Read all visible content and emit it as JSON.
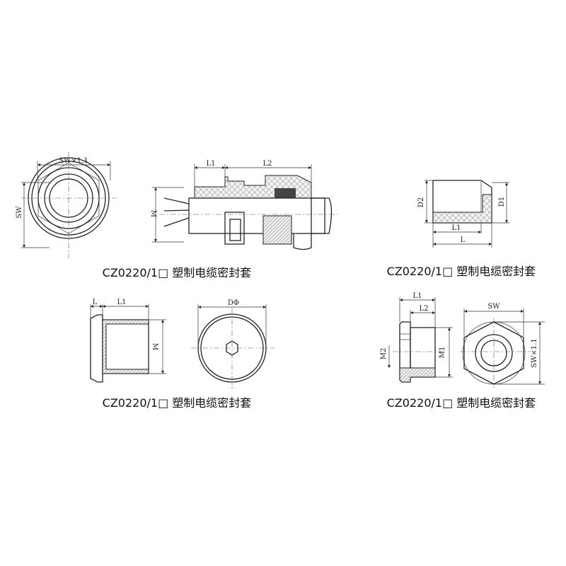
{
  "captions": {
    "fig1": "CZ0220/1□ 塑制电缆密封套",
    "fig2": "CZ0220/1□ 塑制电缆密封套",
    "fig3": "CZ0220/1□ 塑制电缆密封套",
    "fig4": "CZ0220/1□ 塑制电缆密封套"
  },
  "fig1": {
    "front_width": "SW×1.1",
    "front_height": "SW",
    "side_l1": "L1",
    "side_l2": "L2",
    "side_m": "M"
  },
  "fig2": {
    "d2": "D2",
    "d1": "D1",
    "l1": "L1",
    "l": "L"
  },
  "fig3": {
    "l": "L",
    "l1": "L1",
    "m": "M",
    "dphi": "DΦ"
  },
  "fig4": {
    "l1": "L1",
    "l2": "L2",
    "m2": "M2",
    "m1": "M1",
    "sw": "SW",
    "sw11": "SW×1.1"
  }
}
